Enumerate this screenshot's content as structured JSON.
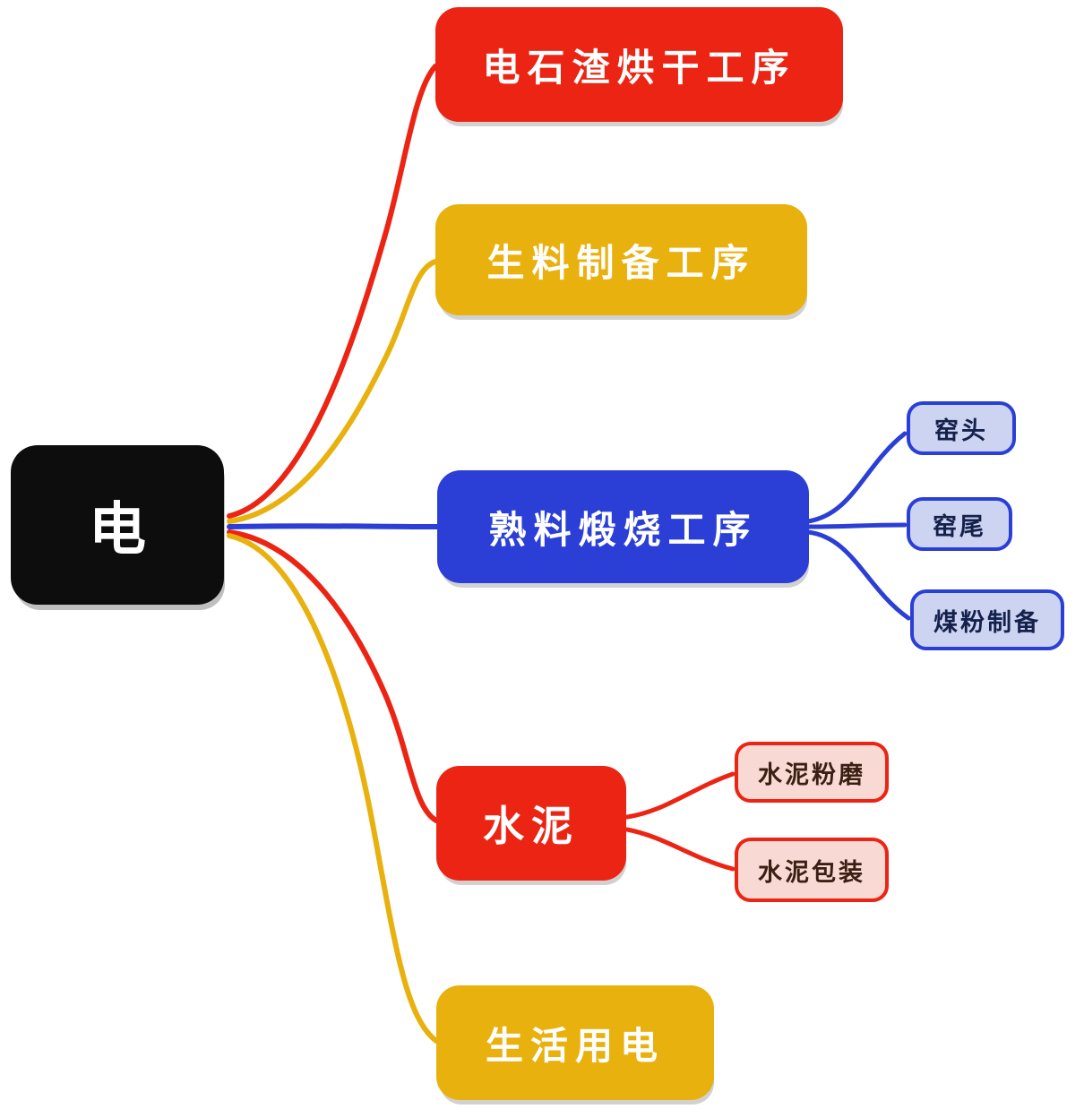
{
  "colors": {
    "red": "#ec2413",
    "yellow": "#e9b10e",
    "blue": "#2b3fd6",
    "black": "#0d0d0d",
    "light_blue_fill": "#ccd4f2",
    "light_pink_fill": "#f9d9d3"
  },
  "root": {
    "label": "电"
  },
  "branches": [
    {
      "label": "电石渣烘干工序",
      "color": "red"
    },
    {
      "label": "生料制备工序",
      "color": "yellow"
    },
    {
      "label": "熟料煅烧工序",
      "color": "blue",
      "children": [
        {
          "label": "窑头"
        },
        {
          "label": "窑尾"
        },
        {
          "label": "煤粉制备"
        }
      ]
    },
    {
      "label": "水泥",
      "color": "red",
      "children": [
        {
          "label": "水泥粉磨"
        },
        {
          "label": "水泥包装"
        }
      ]
    },
    {
      "label": "生活用电",
      "color": "yellow"
    }
  ]
}
